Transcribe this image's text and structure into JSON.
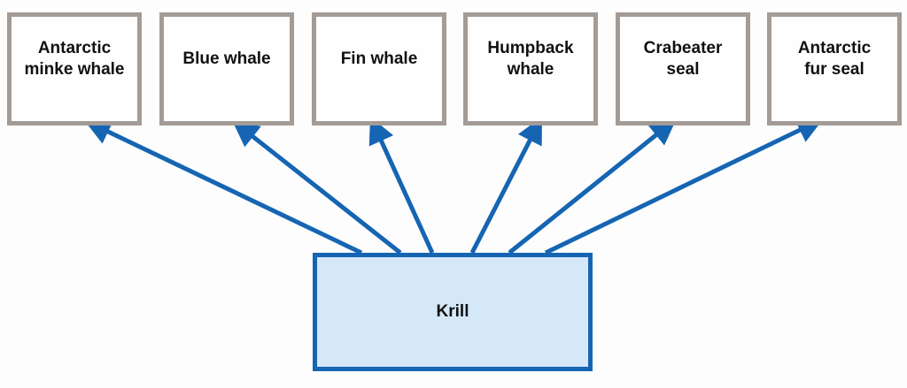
{
  "diagram": {
    "type": "food-web",
    "arrow_color": "#1565b3",
    "predator_border_color": "#a39b96",
    "krill_fill": "#d4e8f8",
    "source": {
      "label": "Krill"
    },
    "predators": [
      {
        "label": "Antarctic\nminke whale"
      },
      {
        "label": "Blue whale"
      },
      {
        "label": "Fin whale"
      },
      {
        "label": "Humpback\nwhale"
      },
      {
        "label": "Crabeater\nseal"
      },
      {
        "label": "Antarctic\nfur seal"
      }
    ],
    "edges": [
      {
        "from": "Krill",
        "to": "Antarctic minke whale"
      },
      {
        "from": "Krill",
        "to": "Blue whale"
      },
      {
        "from": "Krill",
        "to": "Fin whale"
      },
      {
        "from": "Krill",
        "to": "Humpback whale"
      },
      {
        "from": "Krill",
        "to": "Crabeater seal"
      },
      {
        "from": "Krill",
        "to": "Antarctic fur seal"
      }
    ]
  }
}
